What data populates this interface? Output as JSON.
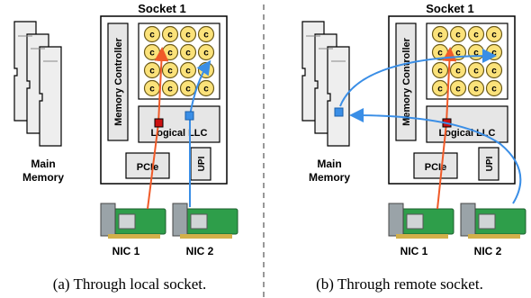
{
  "panels": [
    {
      "id": "a",
      "socket_label": "Socket 1",
      "memory_label": [
        "Main",
        "Memory"
      ],
      "memory_controller_label": "Memory Controller",
      "core_glyph": "c",
      "llc_label": "Logical LLC",
      "pcie_label": "PCIe",
      "upi_label": "UPI",
      "nic_labels": [
        "NIC 1",
        "NIC 2"
      ],
      "caption": "(a) Through local socket."
    },
    {
      "id": "b",
      "socket_label": "Socket 1",
      "memory_label": [
        "Main",
        "Memory"
      ],
      "memory_controller_label": "Memory Controller",
      "core_glyph": "c",
      "llc_label": "Logical LLC",
      "pcie_label": "PCIe",
      "upi_label": "UPI",
      "nic_labels": [
        "NIC 1",
        "NIC 2"
      ],
      "caption": "(b) Through remote socket."
    }
  ],
  "colors": {
    "nic1_path": "#f05a28",
    "nic2_path": "#3a8ee6",
    "core_fill": "#fbe27a",
    "core_stroke": "#6b5a1a",
    "pcb_green": "#2e9e4a",
    "block_fill": "#e6e6e6"
  }
}
